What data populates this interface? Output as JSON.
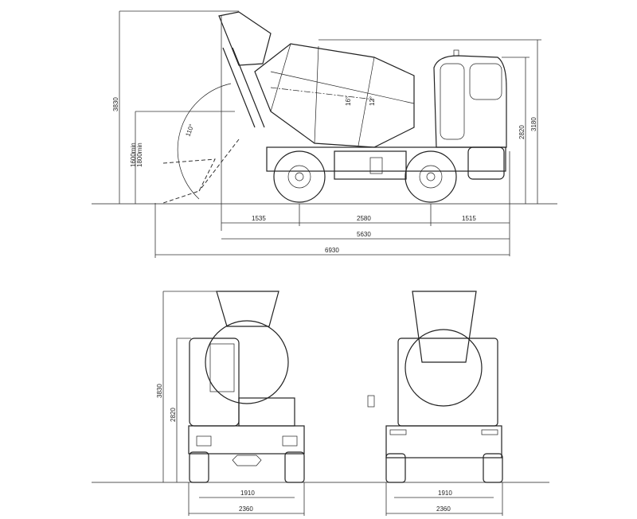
{
  "side_view": {
    "heights": {
      "overall_discharge": "3830",
      "chute_min_1": "1600min",
      "chute_min_2": "1800min",
      "cab_height": "2820",
      "overall_height": "3180"
    },
    "angles": {
      "chute_swing": "110°",
      "drum_tilt": "16°",
      "drum_tilt_2": "12°"
    },
    "lengths": {
      "rear_overhang": "1535",
      "wheelbase": "2580",
      "front_overhang": "1515",
      "overall_length": "5630",
      "length_with_chute": "6930"
    }
  },
  "rear_view": {
    "overall_height": "3830",
    "cab_height": "2820",
    "track": "1910",
    "width": "2360"
  },
  "front_view": {
    "track": "1910",
    "width": "2360"
  }
}
